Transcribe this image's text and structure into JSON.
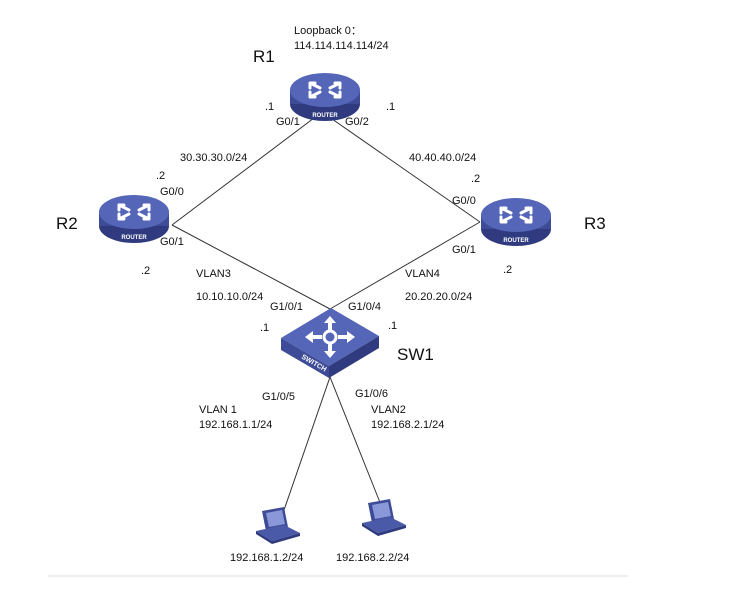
{
  "diagram": {
    "devices": {
      "r1": {
        "name": "R1",
        "badge": "ROUTER"
      },
      "r2": {
        "name": "R2",
        "badge": "ROUTER"
      },
      "r3": {
        "name": "R3",
        "badge": "ROUTER"
      },
      "sw1": {
        "name": "SW1",
        "badge": "SWITCH"
      },
      "pc1": {
        "ip": "192.168.1.2/24"
      },
      "pc2": {
        "ip": "192.168.2.2/24"
      }
    },
    "loopback": {
      "label": "Loopback 0：",
      "ip": "114.114.114.114/24"
    },
    "r1_ports": {
      "left_host": ".1",
      "left_port": "G0/1",
      "right_port": "G0/2",
      "right_host": ".1"
    },
    "links": {
      "r1_r2": {
        "subnet": "30.30.30.0/24"
      },
      "r1_r3": {
        "subnet": "40.40.40.0/24"
      },
      "r2_sw1": {
        "vlan": "VLAN3",
        "subnet": "10.10.10.0/24"
      },
      "r3_sw1": {
        "vlan": "VLAN4",
        "subnet": "20.20.20.0/24"
      }
    },
    "r2_ports": {
      "top_host": ".2",
      "top_port": "G0/0",
      "bottom_port": "G0/1",
      "bottom_host": ".2"
    },
    "r3_ports": {
      "top_host": ".2",
      "top_port": "G0/0",
      "bottom_port": "G0/1",
      "bottom_host": ".2"
    },
    "sw1_ports": {
      "left_port": "G1/0/1",
      "right_port": "G1/0/4",
      "left_host": ".1",
      "right_host": ".1",
      "pc1_port": "G1/0/5",
      "pc2_port": "G1/0/6"
    },
    "vlan1": {
      "name": "VLAN 1",
      "ip": "192.168.1.1/24"
    },
    "vlan2": {
      "name": "VLAN2",
      "ip": "192.168.2.1/24"
    },
    "colors": {
      "device_blue": "#4a5aa8",
      "device_dark": "#2f3b7e",
      "device_light": "#6f7fcf",
      "link": "#333333"
    }
  }
}
